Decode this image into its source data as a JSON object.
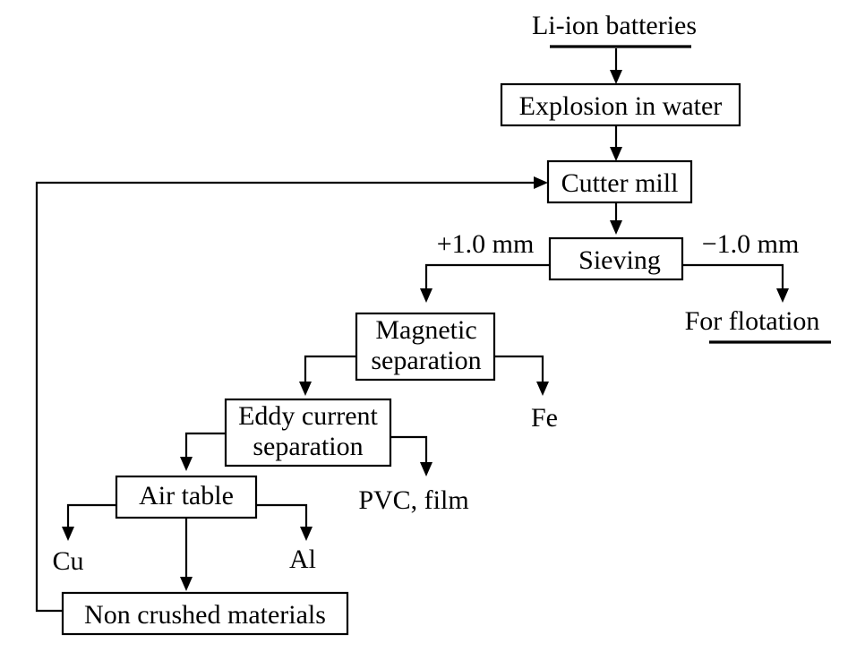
{
  "nodes": {
    "source": "Li-ion batteries",
    "explosion": "Explosion in water",
    "cutter_mill": "Cutter mill",
    "sieving": "Sieving",
    "magnetic_1": "Magnetic",
    "magnetic_2": "separation",
    "eddy_1": "Eddy current",
    "eddy_2": "separation",
    "air_table": "Air table",
    "non_crushed": "Non crushed materials"
  },
  "outputs": {
    "coarse_fraction": "+1.0 mm",
    "fine_fraction": "−1.0 mm",
    "flotation": "For flotation",
    "fe": "Fe",
    "pvc_film": "PVC, film",
    "cu": "Cu",
    "al": "Al"
  }
}
